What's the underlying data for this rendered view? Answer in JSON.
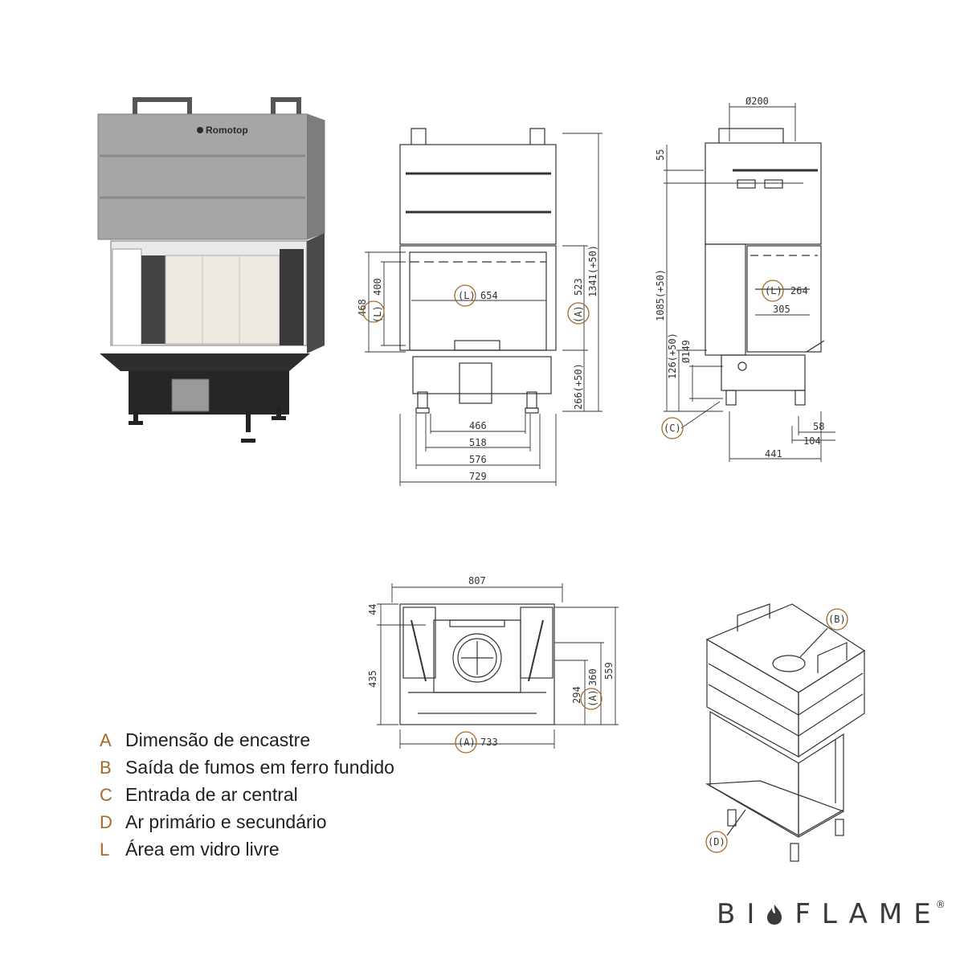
{
  "product": {
    "logo": "Romotop"
  },
  "front_view": {
    "dim_width_outer": "729",
    "dim_width_576": "576",
    "dim_width_518": "518",
    "dim_width_466": "466",
    "dim_glass_width": "654",
    "dim_height_total": "1341(+50)",
    "dim_height_523": "523",
    "dim_height_266": "266(+50)",
    "dim_height_468": "468",
    "dim_height_400": "400",
    "mark_L_width": "(L)",
    "mark_L_height": "(L)",
    "mark_A_height": "(A)"
  },
  "side_view": {
    "dim_flue": "Ø200",
    "dim_55": "55",
    "dim_1085": "1085(+50)",
    "dim_126": "126(+50)",
    "dim_149": "Ø149",
    "dim_264": "264",
    "dim_305": "305",
    "dim_58": "58",
    "dim_104": "104",
    "dim_441": "441",
    "mark_L": "(L)",
    "mark_C": "(C)"
  },
  "top_view": {
    "dim_807": "807",
    "dim_733": "733",
    "dim_44": "44",
    "dim_435": "435",
    "dim_294": "294",
    "dim_360": "360",
    "dim_559": "559",
    "mark_A_width": "(A)",
    "mark_A_depth": "(A)"
  },
  "iso_view": {
    "mark_B": "(B)",
    "mark_D": "(D)"
  },
  "legend": [
    {
      "letter": "A",
      "text": "Dimensão de encastre"
    },
    {
      "letter": "B",
      "text": "Saída de fumos em ferro fundido"
    },
    {
      "letter": "C",
      "text": "Entrada de ar central"
    },
    {
      "letter": "D",
      "text": "Ar primário e secundário"
    },
    {
      "letter": "L",
      "text": "Área em vidro livre"
    }
  ],
  "brand": {
    "name_left": "BI",
    "name_right": "FLAME",
    "registered": "®",
    "flame-icon": "flame-icon"
  },
  "colors": {
    "accent": "#a26a2c",
    "body_grey": "#a4a4a4",
    "line": "#333333"
  }
}
